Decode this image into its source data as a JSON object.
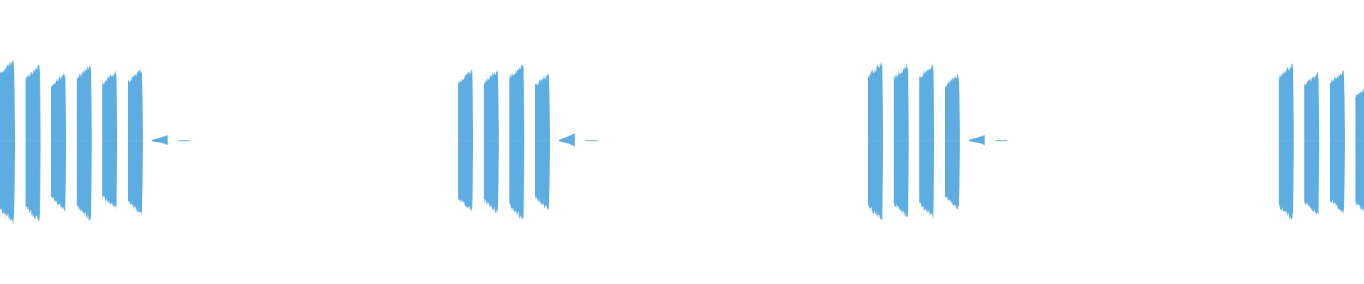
{
  "waveform": {
    "color": "#5dade2",
    "background": "#ffffff",
    "amplitude_unit": "normalized",
    "clips": [
      {
        "bursts": [
          {
            "peak_top": 0.93,
            "peak_bottom": 0.95
          },
          {
            "peak_top": 0.86,
            "peak_bottom": 0.93
          },
          {
            "peak_top": 0.77,
            "peak_bottom": 0.8
          },
          {
            "peak_top": 0.87,
            "peak_bottom": 0.92
          },
          {
            "peak_top": 0.79,
            "peak_bottom": 0.78
          },
          {
            "peak_top": 0.82,
            "peak_bottom": 0.85
          }
        ],
        "tail_blip": 0.06
      },
      {
        "bursts": [
          {
            "peak_top": 0.81,
            "peak_bottom": 0.81
          },
          {
            "peak_top": 0.81,
            "peak_bottom": 0.83
          },
          {
            "peak_top": 0.88,
            "peak_bottom": 0.91
          },
          {
            "peak_top": 0.77,
            "peak_bottom": 0.8
          }
        ],
        "tail_blip": 0.08
      },
      {
        "bursts": [
          {
            "peak_top": 0.9,
            "peak_bottom": 0.92
          },
          {
            "peak_top": 0.87,
            "peak_bottom": 0.88
          },
          {
            "peak_top": 0.88,
            "peak_bottom": 0.88
          },
          {
            "peak_top": 0.76,
            "peak_bottom": 0.79
          }
        ],
        "tail_blip": 0.06
      },
      {
        "bursts": [
          {
            "peak_top": 0.88,
            "peak_bottom": 0.91
          },
          {
            "peak_top": 0.78,
            "peak_bottom": 0.86
          },
          {
            "peak_top": 0.8,
            "peak_bottom": 0.83
          },
          {
            "peak_top": 0.63,
            "peak_bottom": 0.87
          }
        ],
        "tail_blip": 0
      }
    ]
  }
}
